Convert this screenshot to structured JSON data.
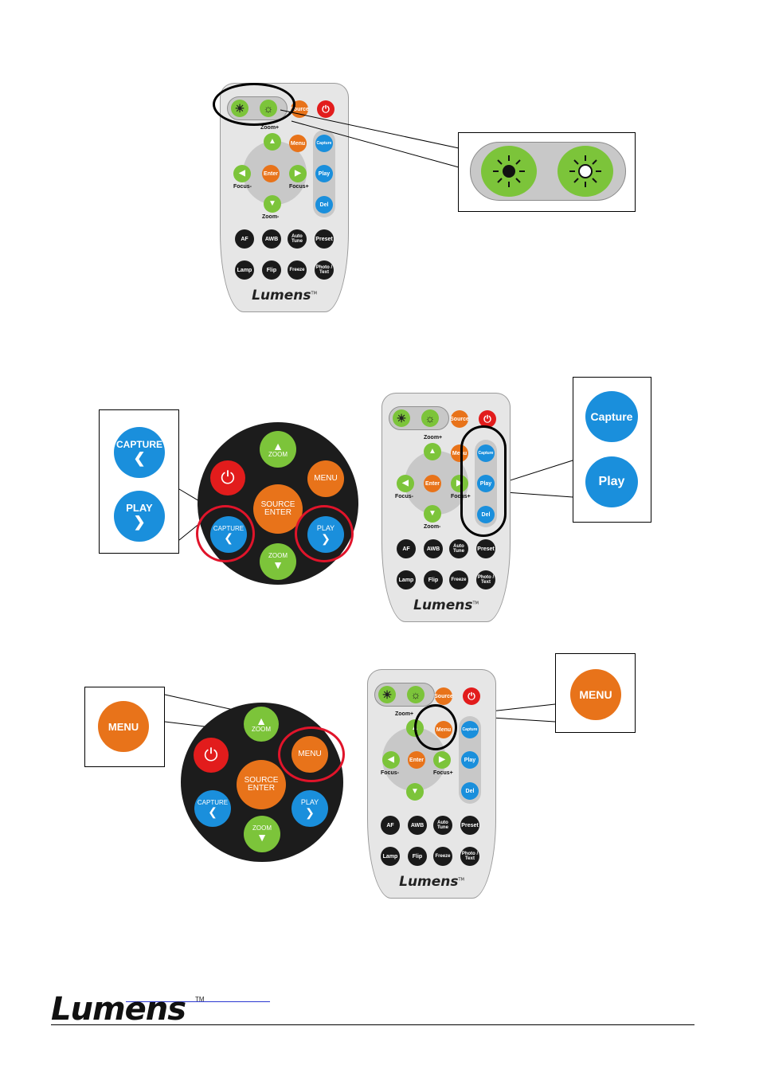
{
  "remote": {
    "source": "Source",
    "menu": "Menu",
    "capture": "Capture",
    "play": "Play",
    "del": "Del",
    "enter": "Enter",
    "zoom_plus": "Zoom+",
    "zoom_minus": "Zoom-",
    "focus_minus": "Focus-",
    "focus_plus": "Focus+",
    "af": "AF",
    "awb": "AWB",
    "auto_tune": "Auto Tune",
    "preset": "Preset",
    "lamp": "Lamp",
    "flip": "Flip",
    "freeze": "Freeze",
    "photo_text": "Photo / Text",
    "logo": "Lumens",
    "tm": "TM"
  },
  "keypad": {
    "zoom_plus": "ZOOM",
    "zoom_minus": "ZOOM",
    "menu": "MENU",
    "source_enter": "SOURCE ENTER",
    "capture": "CAPTURE",
    "play": "PLAY"
  },
  "callouts": {
    "capture_play_left": {
      "capture": "CAPTURE",
      "play": "PLAY"
    },
    "capture_play_right": {
      "capture": "Capture",
      "play": "Play"
    },
    "menu_left": "MENU",
    "menu_right": "MENU"
  },
  "footer": {
    "logo": "Lumens",
    "tm": "TM"
  },
  "colors": {
    "green": "#7cc43a",
    "orange": "#e8731a",
    "blue": "#1a8fdc",
    "red": "#e21c1c",
    "highlight_ring": "#e0142a"
  }
}
